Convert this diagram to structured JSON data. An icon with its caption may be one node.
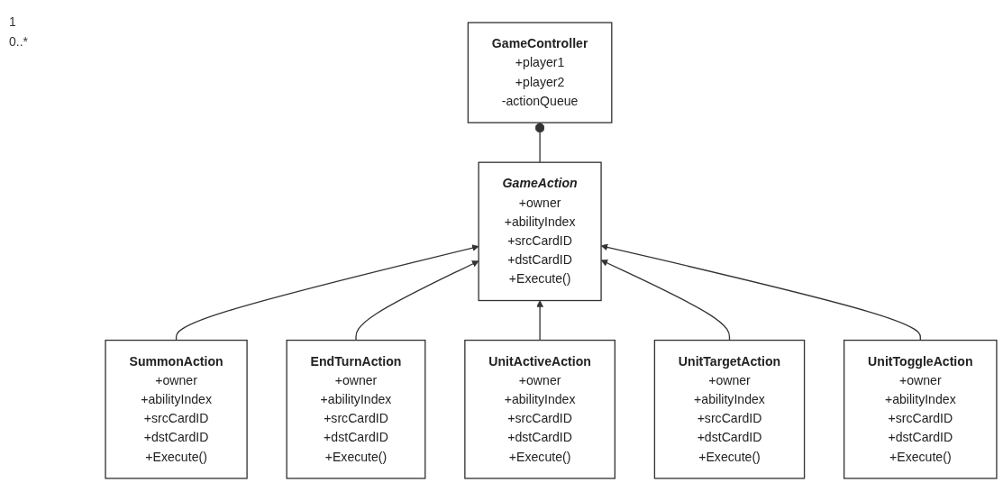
{
  "diagram": {
    "nodes": [
      {
        "text": [
          "GameController",
          "+player1",
          "+player2",
          "-actionQueue"
        ]
      },
      {
        "text": [
          "GameAction",
          "+owner",
          "+abilityIndex",
          "+srcCardID",
          "+dstCardID",
          "+Execute()"
        ]
      },
      {
        "text": [
          "SummonAction",
          "+owner",
          "+abilityIndex",
          "+srcCardID",
          "+dstCardID",
          "+Execute()"
        ]
      },
      {
        "text": [
          "EndTurnAction",
          "+owner",
          "+abilityIndex",
          "+srcCardID",
          "+dstCardID",
          "+Execute()"
        ]
      },
      {
        "text": [
          "UnitActiveAction",
          "+owner",
          "+abilityIndex",
          "+srcCardID",
          "+dstCardID",
          "+Execute()"
        ]
      },
      {
        "text": [
          "UnitTargetAction",
          "+owner",
          "+abilityIndex",
          "+srcCardID",
          "+dstCardID",
          "+Execute()"
        ]
      },
      {
        "text": [
          "UnitToggleAction",
          "+owner",
          "+abilityIndex",
          "+srcCardID",
          "+dstCardID",
          "+Execute()"
        ]
      }
    ],
    "edges": [
      {
        "from": 1,
        "to": 0,
        "arrow": "other"
      },
      {
        "from": 2,
        "to": 1,
        "arrow": "to"
      },
      {
        "from": 3,
        "to": 1,
        "arrow": "to"
      },
      {
        "from": 4,
        "to": 1,
        "arrow": "to"
      },
      {
        "from": 5,
        "to": 1,
        "arrow": "to"
      },
      {
        "from": 6,
        "to": 1,
        "arrow": "to"
      }
    ],
    "labels": [
      "1",
      "0..*"
    ]
  }
}
